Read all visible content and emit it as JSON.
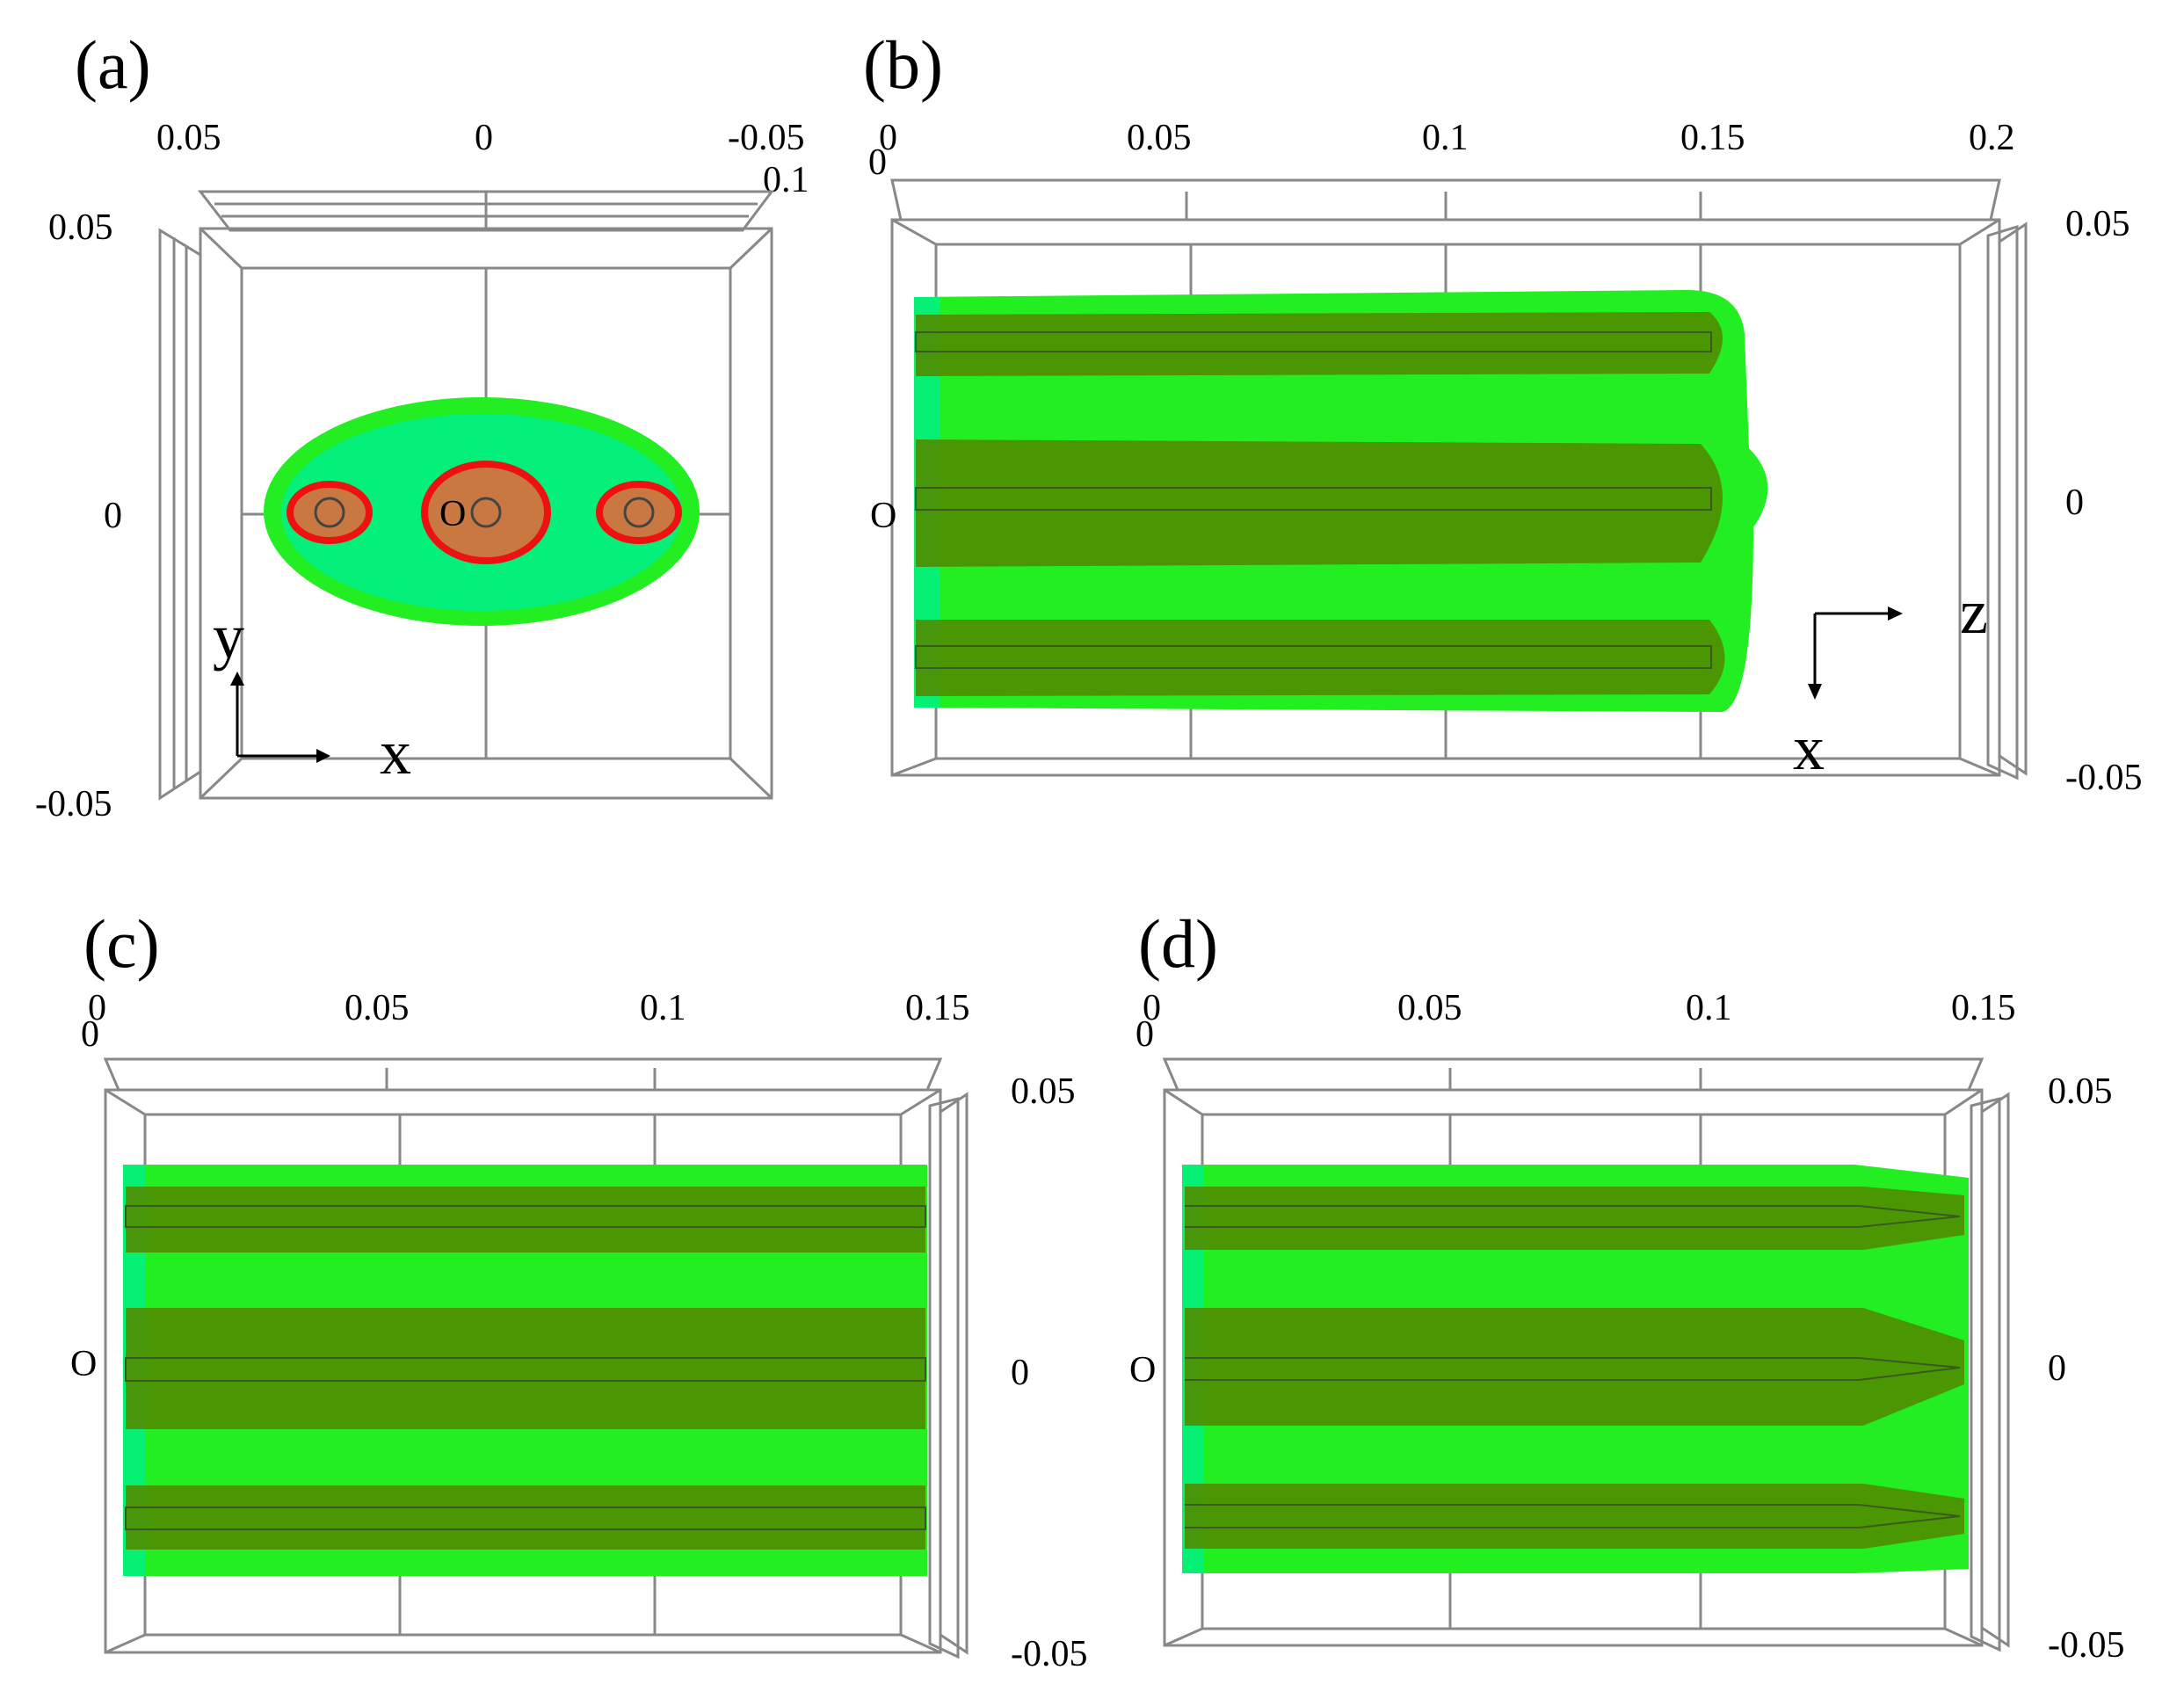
{
  "panels": {
    "a": {
      "label": "(a)",
      "top_ticks": [
        "0.05",
        "0",
        "-0.05"
      ],
      "corner_tick": "0.1",
      "left_ticks": [
        "0.05",
        "0",
        "-0.05"
      ],
      "origin": "O",
      "axis_h": "x",
      "axis_v": "y"
    },
    "b": {
      "label": "(b)",
      "top_ticks": [
        "0",
        "0.05",
        "0.1",
        "0.15",
        "0.2"
      ],
      "corner_tick": "0",
      "right_ticks": [
        "0.05",
        "0",
        "-0.05"
      ],
      "origin": "O",
      "axis_h": "z",
      "axis_v": "x"
    },
    "c": {
      "label": "(c)",
      "top_ticks": [
        "0",
        "0.05",
        "0.1",
        "0.15"
      ],
      "corner_tick": "0",
      "right_ticks": [
        "0.05",
        "0",
        "-0.05"
      ],
      "origin": "O"
    },
    "d": {
      "label": "(d)",
      "top_ticks": [
        "0",
        "0.05",
        "0.1",
        "0.15"
      ],
      "corner_tick": "0",
      "right_ticks": [
        "0.05",
        "0",
        "-0.05"
      ],
      "origin": "O"
    }
  },
  "colors": {
    "outer_green": "#22ee22",
    "cyan_tint": "#00f08a",
    "dark_olive": "#4f8c00",
    "orange_fill": "#c87840",
    "red_edge": "#ee1111",
    "frame": "#888888"
  }
}
